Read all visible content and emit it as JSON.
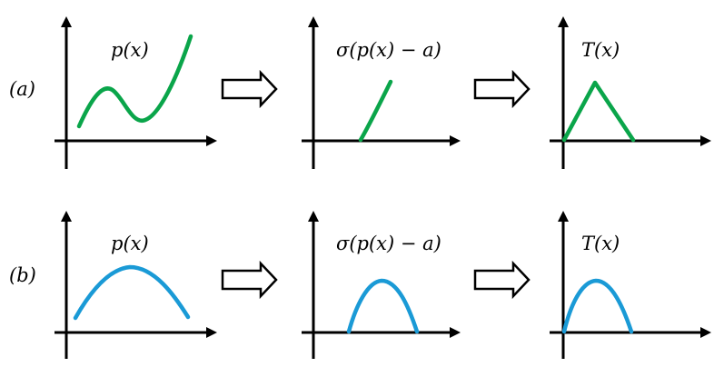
{
  "rows": [
    {
      "label": "(a)",
      "color": "#0aa54a",
      "panels": [
        {
          "title": "p(x)",
          "curve": "cubic-wiggle"
        },
        {
          "title": "σ(p(x) − a)",
          "curve": "rising-ramp"
        },
        {
          "title": "T(x)",
          "curve": "triangle-peak"
        }
      ]
    },
    {
      "label": "(b)",
      "color": "#1a9ad6",
      "panels": [
        {
          "title": "p(x)",
          "curve": "broad-hump"
        },
        {
          "title": "σ(p(x) − a)",
          "curve": "narrow-hump"
        },
        {
          "title": "T(x)",
          "curve": "narrow-hump-origin"
        }
      ]
    }
  ],
  "icons": {
    "flow_arrow": "hollow-right-arrow-icon"
  }
}
